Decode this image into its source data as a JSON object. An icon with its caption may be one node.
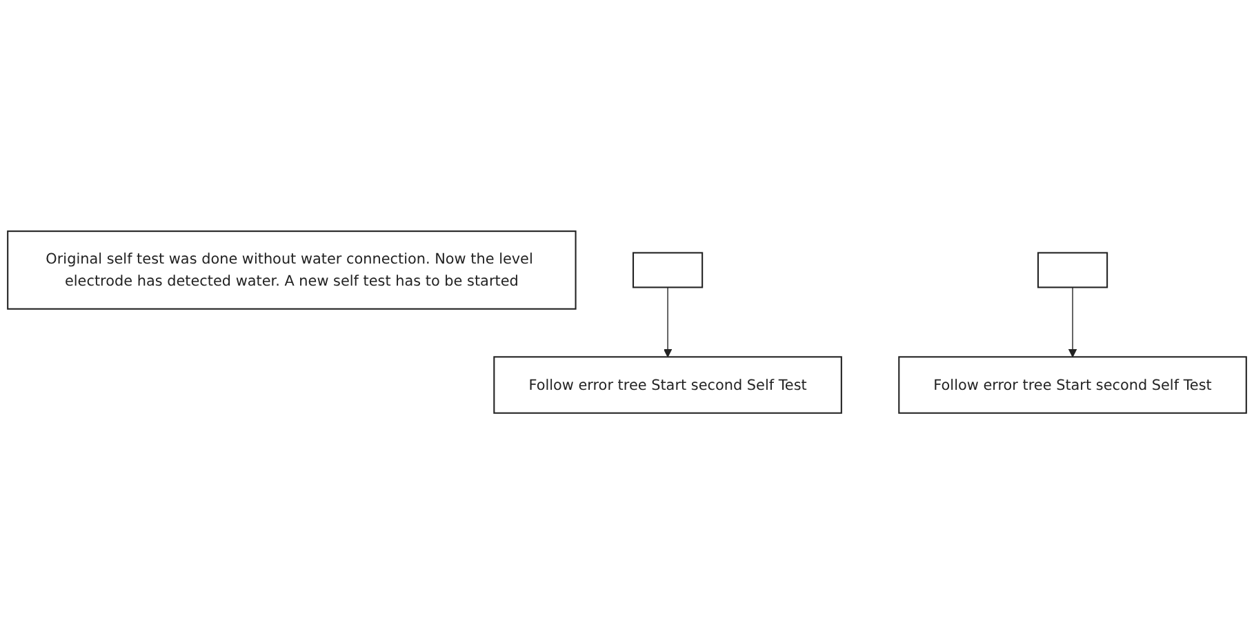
{
  "diagram": {
    "nodes": [
      {
        "text": [
          "Original self test was done without water connection. Now the level electrode has detected water. A new self test has to be started"
        ]
      },
      {
        "text": [],
        "shape": "box"
      },
      {
        "text": [],
        "shape": "box"
      },
      {
        "text": [
          "Follow error tree Start second Self Test"
        ]
      },
      {
        "text": [
          "Follow error tree Start second Self Test"
        ]
      }
    ],
    "edges": [
      {
        "from": 1,
        "to": 3,
        "arrow": "to"
      },
      {
        "from": 2,
        "to": 4,
        "arrow": "to"
      }
    ]
  }
}
